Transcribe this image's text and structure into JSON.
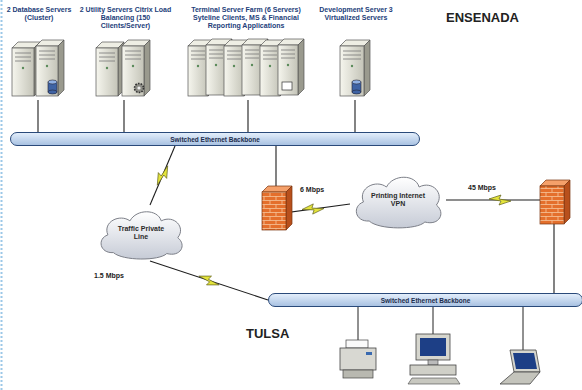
{
  "diagram": {
    "nodes": [
      {
        "text": [
          "2 Database Servers (Cluster)"
        ]
      },
      {
        "text": [
          "2 Utility Servers Citrix Load Balancing (150 Clients/Server)"
        ]
      },
      {
        "text": [
          "Terminal Server Farm (6 Servers) Syteline Clients, MS & Financial Reporting Applications"
        ]
      },
      {
        "text": [
          "Development Server 3 Virtualized Servers"
        ]
      },
      {
        "text": [
          "Switched Ethernet Backbone"
        ]
      },
      {
        "text": [
          "Traffic Private Line"
        ]
      },
      {
        "text": [
          "Printing Internet VPN"
        ]
      },
      {
        "text": [
          "Switched Ethernet Backbone"
        ]
      }
    ],
    "edges": [
      {
        "from": 0,
        "to": 4,
        "arrow": "none"
      },
      {
        "from": 1,
        "to": 4,
        "arrow": "none"
      },
      {
        "from": 2,
        "to": 4,
        "arrow": "none"
      },
      {
        "from": 3,
        "to": 4,
        "arrow": "none"
      },
      {
        "from": 4,
        "to": 5,
        "arrow": "none"
      },
      {
        "from": 5,
        "to": 7,
        "label": "1.5 Mbps",
        "arrow": "none"
      },
      {
        "from": 4,
        "to": 6,
        "label": "6 Mbps",
        "arrow": "none"
      },
      {
        "from": 6,
        "to": 7,
        "label": "45 Mbps",
        "arrow": "none"
      }
    ],
    "labels": [
      "ENSENADA",
      "TULSA"
    ]
  }
}
